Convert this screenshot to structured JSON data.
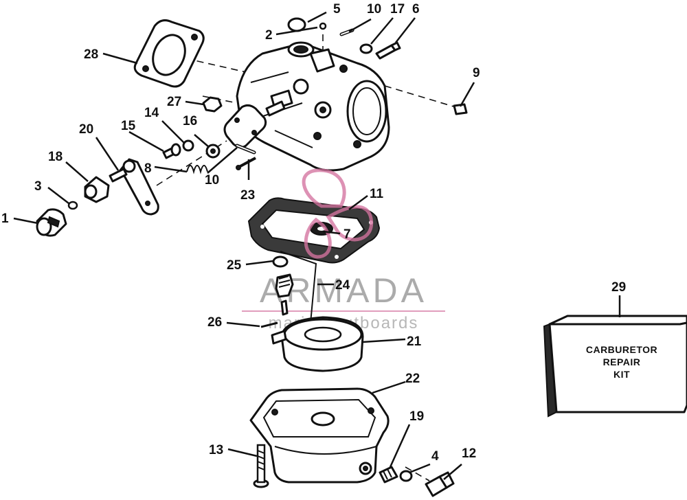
{
  "diagram": {
    "callouts": {
      "c1": "1",
      "c2": "2",
      "c3": "3",
      "c4": "4",
      "c5": "5",
      "c6": "6",
      "c7": "7",
      "c8": "8",
      "c9": "9",
      "c10a": "10",
      "c10b": "10",
      "c11": "11",
      "c12": "12",
      "c13": "13",
      "c14": "14",
      "c15": "15",
      "c16": "16",
      "c17": "17",
      "c18": "18",
      "c19": "19",
      "c20": "20",
      "c21": "21",
      "c22": "22",
      "c23": "23",
      "c24": "24",
      "c25": "25",
      "c26": "26",
      "c27": "27",
      "c28": "28",
      "c29": "29"
    },
    "kit_box": {
      "line1": "CARBURETOR",
      "line2": "REPAIR",
      "line3": "KIT"
    },
    "watermark": {
      "title": "ARMADA",
      "subtitle": "marine outboards",
      "accent_color": "#d4739f",
      "text_color": "#8c8c8c"
    }
  }
}
